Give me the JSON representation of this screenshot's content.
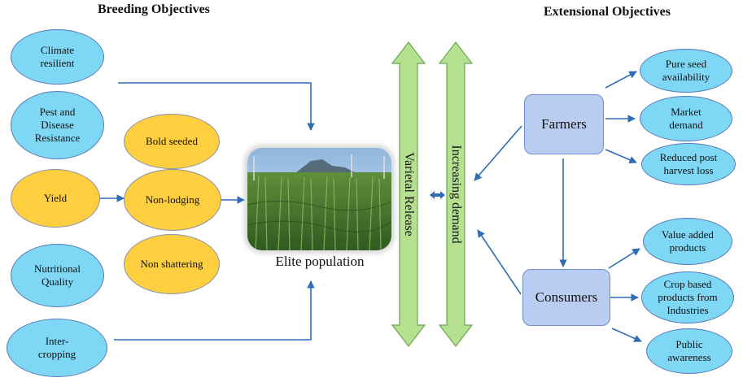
{
  "headings": {
    "breeding": "Breeding Objectives",
    "extensional": "Extensional Objectives"
  },
  "breeding_traits": {
    "climate": "Climate\nresilient",
    "pest": "Pest and\nDisease\nResistance",
    "yield": "Yield",
    "nutrition": "Nutritional\nQuality",
    "intercropping": "Inter-\ncropping"
  },
  "yield_traits": {
    "bold_seeded": "Bold seeded",
    "non_lodging": "Non-lodging",
    "non_shattering": "Non shattering"
  },
  "elite_population": "Elite population",
  "arrows": {
    "varietal_release": "Varietal Release",
    "increasing_demand": "Increasing  demand"
  },
  "stakeholders": {
    "farmers": "Farmers",
    "consumers": "Consumers"
  },
  "farmer_outcomes": {
    "pure_seed": "Pure seed\navailability",
    "market_demand": "Market\ndemand",
    "reduced_loss": "Reduced post\nharvest loss"
  },
  "consumer_outcomes": {
    "value_added": "Value  added\nproducts",
    "crop_based": "Crop based\nproducts from\nIndustries",
    "public_awareness": "Public\nawareness"
  },
  "colors": {
    "blue_oval": "#7ed8f5",
    "yellow_oval": "#ffcf3f",
    "box": "#b8cdf0",
    "green_arrow": "#b5e08f",
    "connector": "#2e6db5"
  }
}
